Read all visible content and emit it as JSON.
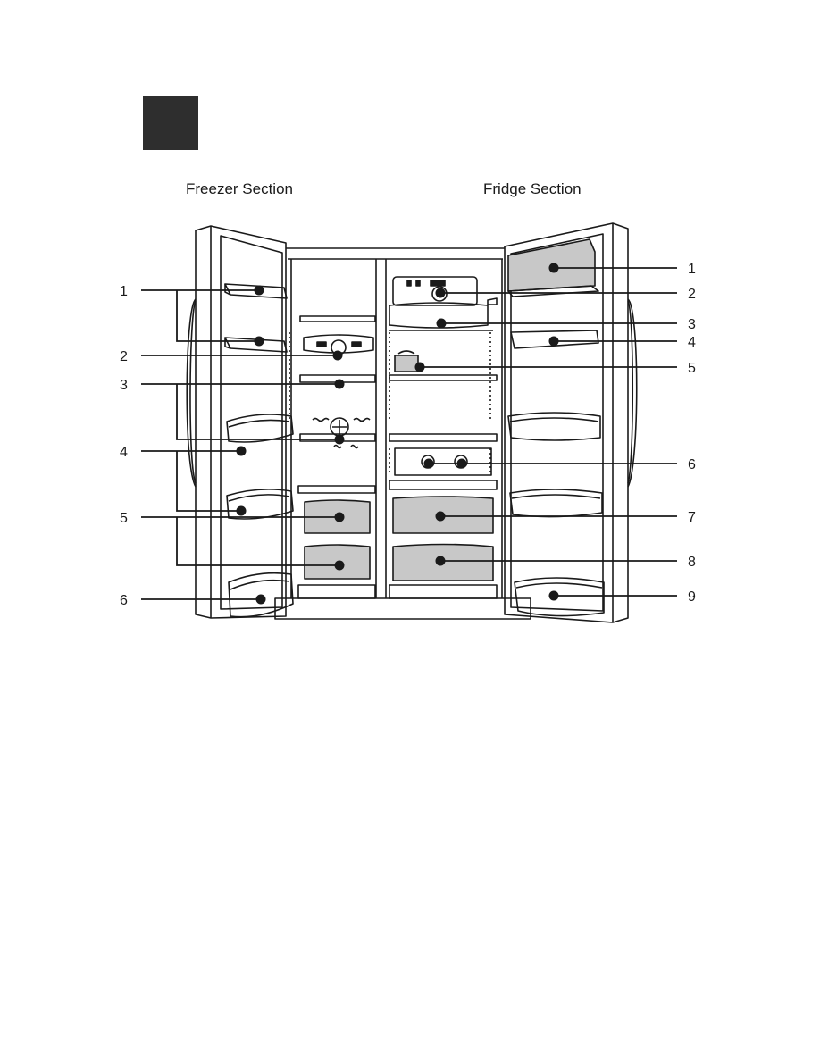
{
  "chapter_marker": "",
  "titles": {
    "freezer": "Freezer Section",
    "fridge": "Fridge Section"
  },
  "callouts": {
    "freezer": [
      "1",
      "2",
      "3",
      "4",
      "5",
      "6"
    ],
    "fridge": [
      "1",
      "2",
      "3",
      "4",
      "5",
      "6",
      "7",
      "8",
      "9"
    ]
  },
  "colors": {
    "ink": "#1a1a1a",
    "drawer_fill": "#c8c8c8",
    "chapter_block": "#2e2e2e"
  }
}
